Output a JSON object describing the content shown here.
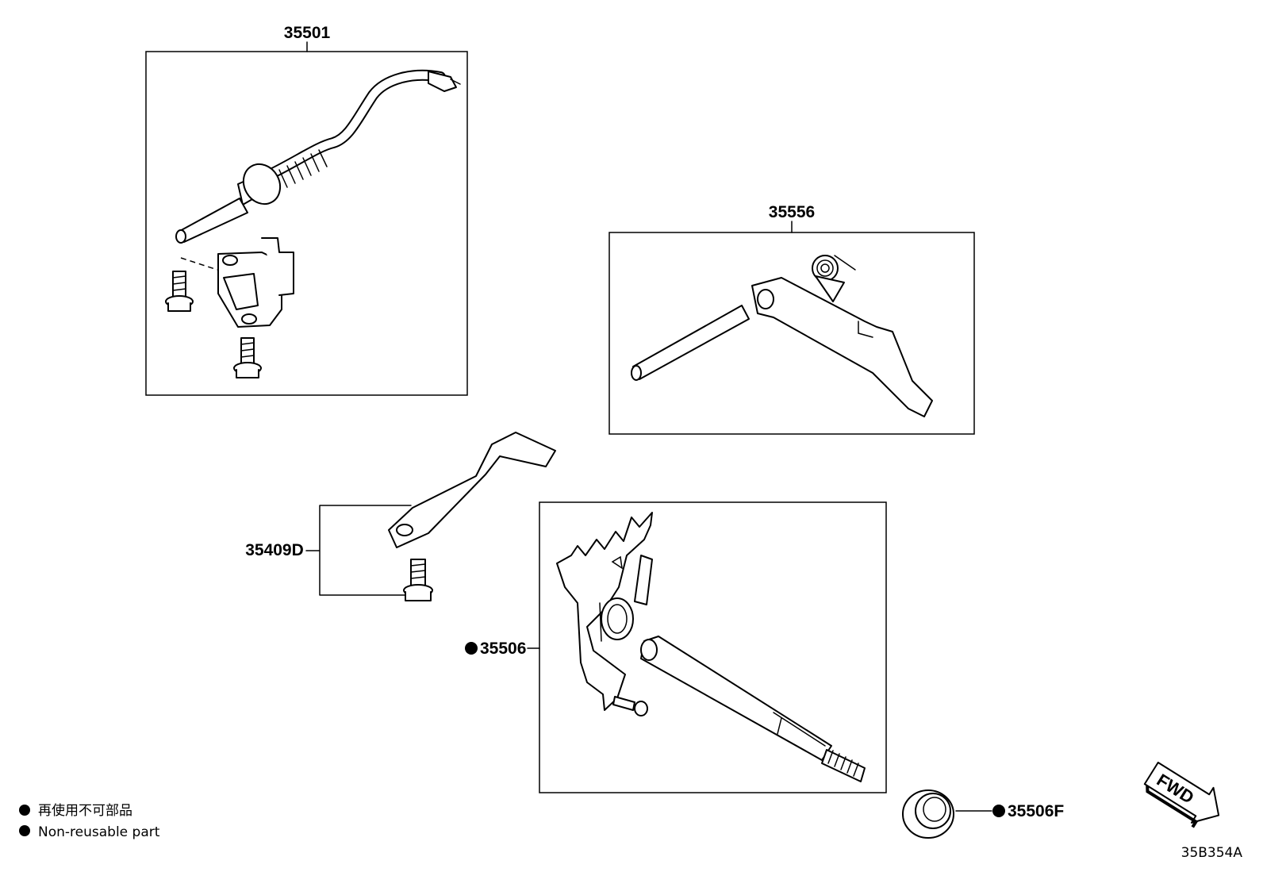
{
  "callouts": {
    "p35501": "35501",
    "p35556": "35556",
    "p35409D": "35409D",
    "p35506": "35506",
    "p35506F": "35506F"
  },
  "legend": {
    "japanese": "再使用不可部品",
    "english": "Non-reusable part"
  },
  "fwd_label": "FWD",
  "diagram_code": "35B354A",
  "icons": {
    "non_reusable_marker": "filled-circle",
    "direction_marker": "forward-arrow"
  }
}
